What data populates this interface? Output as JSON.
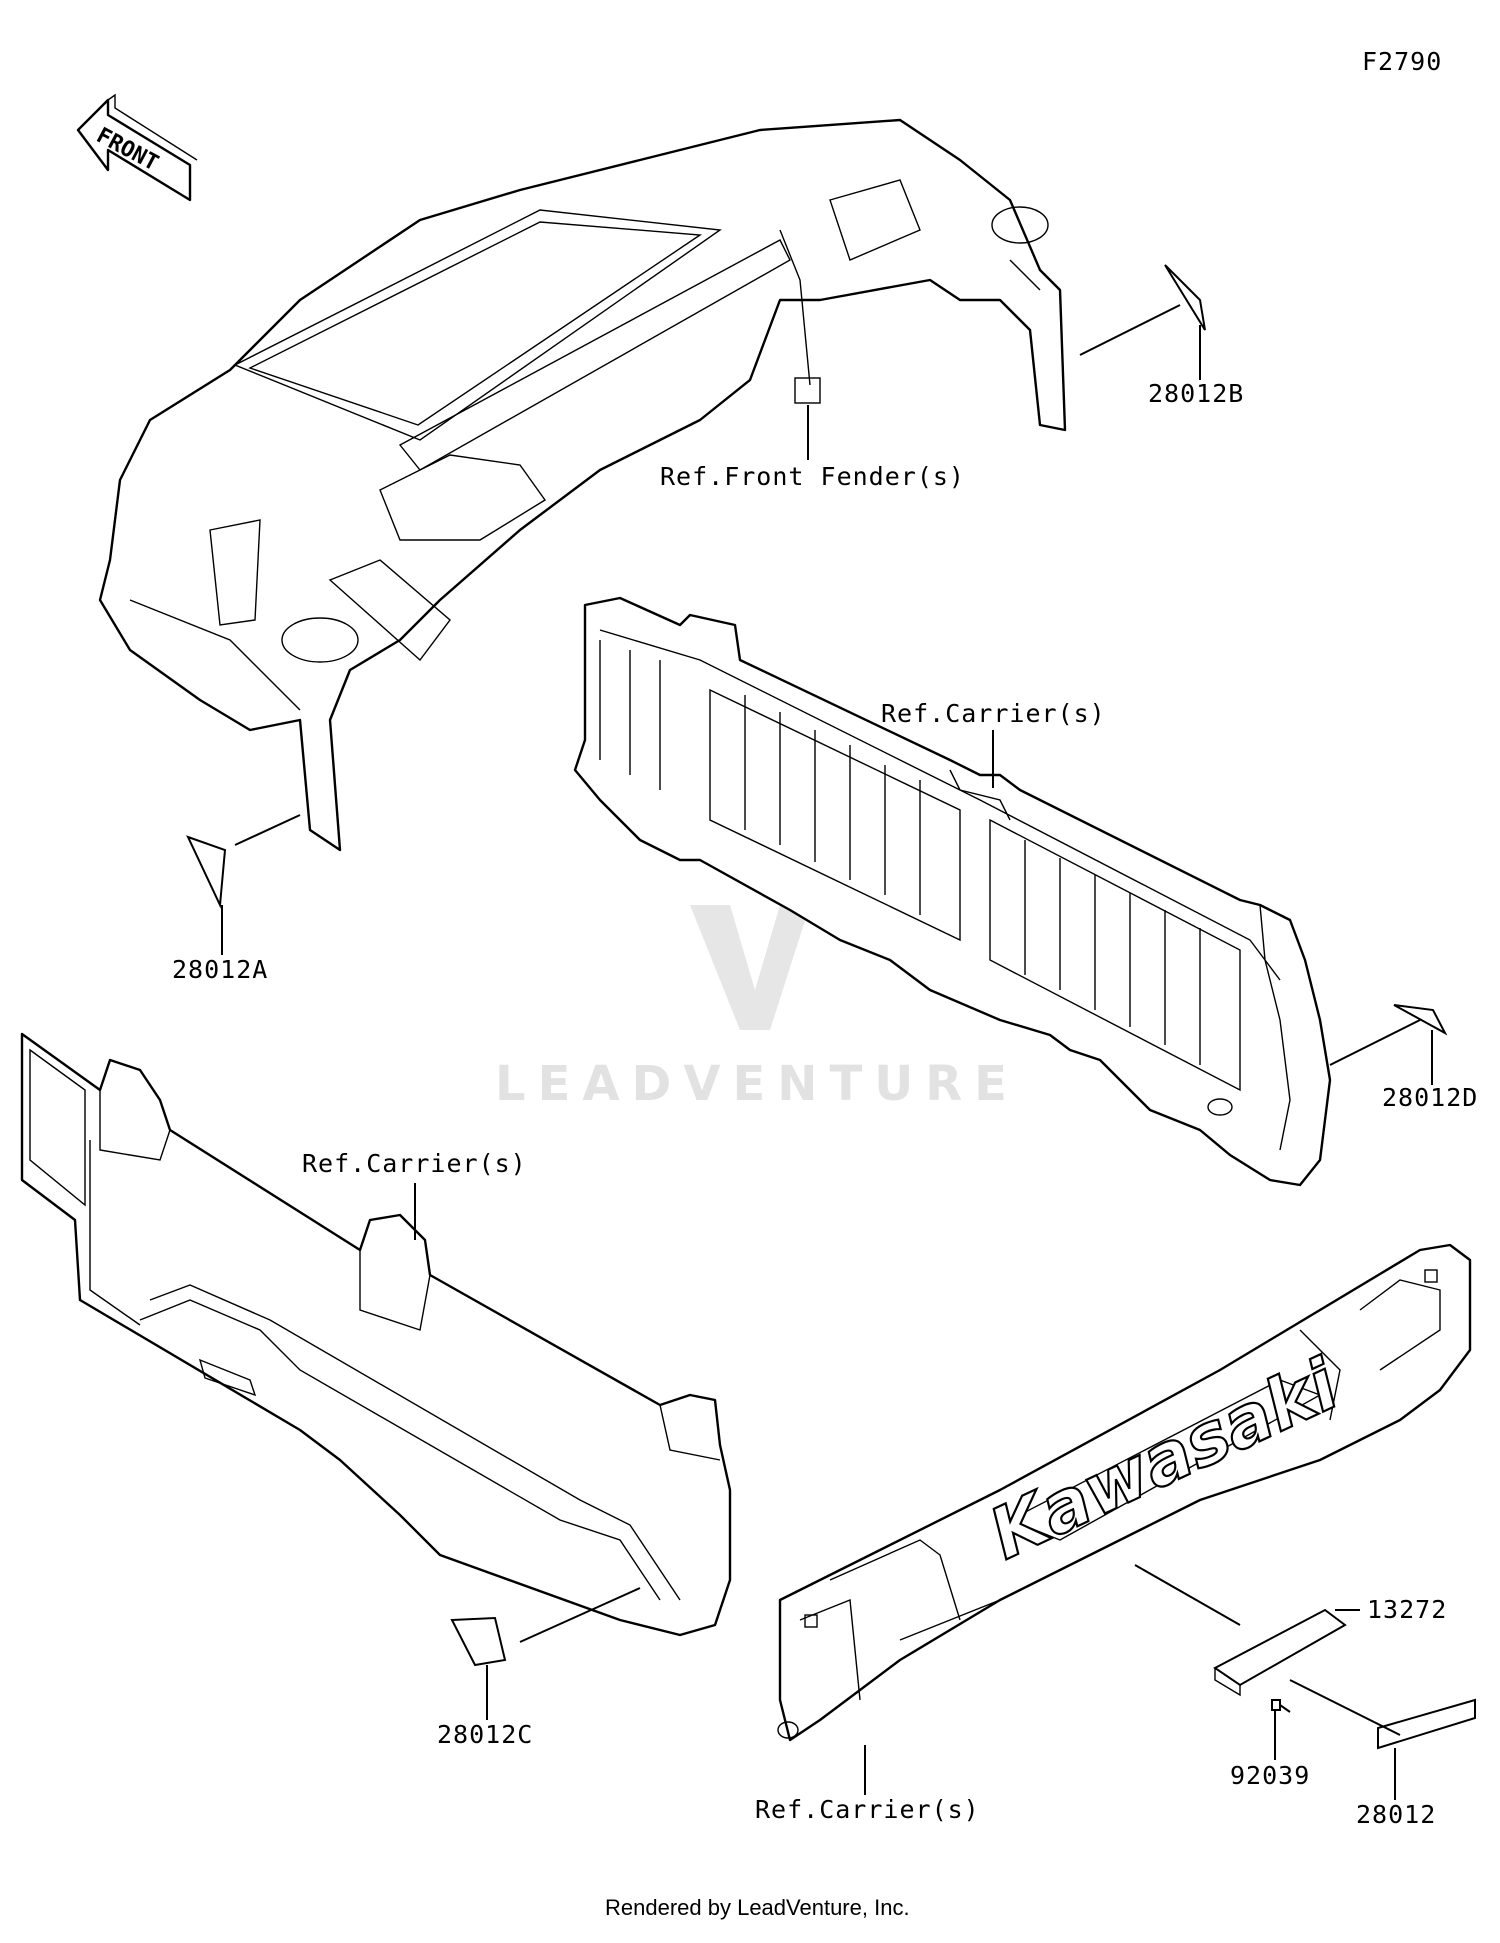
{
  "figure_id": "F2790",
  "front_label": "FRONT",
  "watermark": "LEADVENTURE",
  "brand_text": "Kawasaki",
  "footer": "Rendered by LeadVenture, Inc.",
  "callouts": {
    "p28012B": "28012B",
    "front_fender": "Ref.Front Fender(s)",
    "p28012A": "28012A",
    "carrier_mid": "Ref.Carrier(s)",
    "p28012D": "28012D",
    "carrier_left": "Ref.Carrier(s)",
    "p28012C": "28012C",
    "p13272": "13272",
    "p92039": "92039",
    "p28012": "28012",
    "carrier_bottom": "Ref.Carrier(s)"
  }
}
